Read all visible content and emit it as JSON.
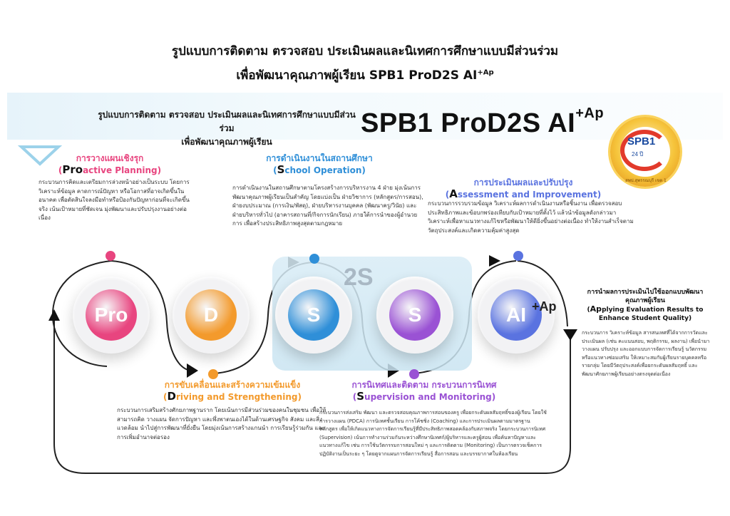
{
  "page": {
    "title_line1": "รูปแบบการติดตาม ตรวจสอบ ประเมินผลและนิเทศการศึกษาแบบมีส่วนร่วม",
    "title_line2": "เพื่อพัฒนาคุณภาพผู้เรียน SPB1  ProD2S AI",
    "title_sup": "+Ap"
  },
  "banner": {
    "thai_line1": "รูปแบบการติดตาม ตรวจสอบ ประเมินผลและนิเทศการศึกษาแบบมีส่วนร่วม",
    "thai_line2": "เพื่อพัฒนาคุณภาพผู้เรียน",
    "brand": "SPB1 ProD2S AI",
    "brand_sup": "+Ap"
  },
  "logo": {
    "text": "SPB1",
    "sub": "24 ปี",
    "caption": "สพป.สุพรรณบุรี เขต 1"
  },
  "highlight_label": "2S",
  "colors": {
    "pro": "#e8457f",
    "d": "#f39a2c",
    "s1": "#2f8fd8",
    "s2": "#9a52d4",
    "ai": "#5a73e0"
  },
  "circles": {
    "pro": "Pro",
    "d": "D",
    "s1": "S",
    "s2": "S",
    "ai": "AI",
    "ai_sup": "+Ap"
  },
  "steps": {
    "pro": {
      "heading_th": "การวางแผนเชิงรุก",
      "initial": "Pro",
      "rest": "active Planning)",
      "body": "กระบวนการคิดและเตรียมการล่วงหน้าอย่างเป็นระบบ โดยการวิเคราะห์ข้อมูล คาดการณ์ปัญหา หรือโอกาสที่อาจเกิดขึ้นในอนาคต เพื่อตัดสินใจลงมือทำหรือป้องกันปัญหาก่อนที่จะเกิดขึ้นจริง เน้นเป้าหมายที่ชัดเจน มุ่งพัฒนาและปรับปรุงงานอย่างต่อเนื่อง"
    },
    "d": {
      "heading_th": "การขับเคลื่อนและสร้างความเข้มแข็ง",
      "initial": "D",
      "rest": "riving and Strengthening)",
      "body": "กระบวนการเสริมสร้างศักยภาพฐานราก โดยเน้นการมีส่วนร่วมของคนในชุมชน เพื่อให้สามารถคิด วางแผน จัดการปัญหา และพึ่งพาตนเองได้ในด้านเศรษฐกิจ สังคม และสิ่งแวดล้อม นำไปสู่การพัฒนาที่ยั่งยืน โดยมุ่งเน้นการสร้างแกนนำ การเรียนรู้ร่วมกัน และการเพิ่มอำนาจต่อรอง"
    },
    "s1": {
      "heading_th": "การดำเนินงานในสถานศึกษา",
      "initial": "S",
      "rest": "chool Operation)",
      "body": "การดำเนินงานในสถานศึกษาตามโครงสร้างการบริหารงาน 4 ฝ่าย มุ่งเน้นการพัฒนาคุณภาพผู้เรียนเป็นสำคัญ โดยแบ่งเป็น ฝ่ายวิชาการ (หลักสูตร/การสอน), ฝ่ายงบประมาณ (การเงิน/พัสดุ), ฝ่ายบริหารงานบุคคล (พัฒนาครู/วินัย) และฝ่ายบริหารทั่วไป (อาคารสถานที่/กิจการนักเรียน) ภายใต้การนำของผู้อำนวยการ เพื่อสร้างประสิทธิภาพสูงสุดตามกฎหมาย"
    },
    "s2": {
      "heading_th": "การนิเทศและติดตาม กระบวนการนิเทศ",
      "initial": "S",
      "rest": "upervision and Monitoring)",
      "body": "กระบวนการส่งเสริม พัฒนา และตรวจสอบคุณภาพการสอนของครู เพื่อยกระดับผลสัมฤทธิ์ของผู้เรียน โดยใช้การวางแผน (PDCA) การนิเทศชั้นเรียน การโค้ชชิ่ง (Coaching) และการประเมินผลตามมาตรฐานหลักสูตร เพื่อให้เกิดแนวทางการจัดการเรียนรู้ที่มีประสิทธิภาพสอดคล้องกับสภาพจริง โดยกระบวนการนิเทศ (Supervision) เน้นการทำงานร่วมกันระหว่างศึกษานิเทศก์/ผู้บริหารและครูผู้สอน เพื่อค้นหาปัญหาและแนวทางแก้ไข เช่น การใช้นวัตกรรมการสอนใหม่ ๆ และการติดตาม (Monitoring) เป็นการตรวจเช็คการปฏิบัติงานเป็นระยะ ๆ โดยดูจากแผนการจัดการเรียนรู้ สื่อการสอน และบรรยากาศในห้องเรียน"
    },
    "ai": {
      "heading_th": "การประเมินผลและปรับปรุง",
      "initial": "A",
      "rest": "ssessment and Improvement)",
      "body": "กระบวนการรวบรวมข้อมูล วิเคราะห์ผลการดำเนินงานหรือชิ้นงาน เพื่อตรวจสอบประสิทธิภาพและข้อบกพร่องเทียบกับเป้าหมายที่ตั้งไว้ แล้วนำข้อมูลดังกล่าวมาวิเคราะห์เพื่อหาแนวทางแก้ไขหรือพัฒนาให้ดียิ่งขึ้นอย่างต่อเนื่อง ทำให้งานสำเร็จตามวัตถุประสงค์และเกิดความคุ้มค่าสูงสุด"
    },
    "ap": {
      "heading_th": "การนำผลการประเมินไปใช้ออกแบบพัฒนาคุณภาพผู้เรียน",
      "initial": "Ap",
      "rest": "plying Evaluation Results to Enhance Student Quality)",
      "body": "กระบวนการ วิเคราะห์ข้อมูล สารสนเทศที่ได้จากการวัดและประเมินผล (เช่น คะแนนสอบ, พฤติกรรม, ผลงาน) เพื่อนำมาวางแผน ปรับปรุง และออกแบบการจัดการเรียนรู้ นวัตกรรม หรือแนวทางซ่อมเสริม ให้เหมาะสมกับผู้เรียนรายบุคคลหรือรายกลุ่ม โดยมีวัตถุประสงค์เพื่อยกระดับผลสัมฤทธิ์ และพัฒนาศักยภาพผู้เรียนอย่างตรงจุดต่อเนื่อง"
    }
  }
}
